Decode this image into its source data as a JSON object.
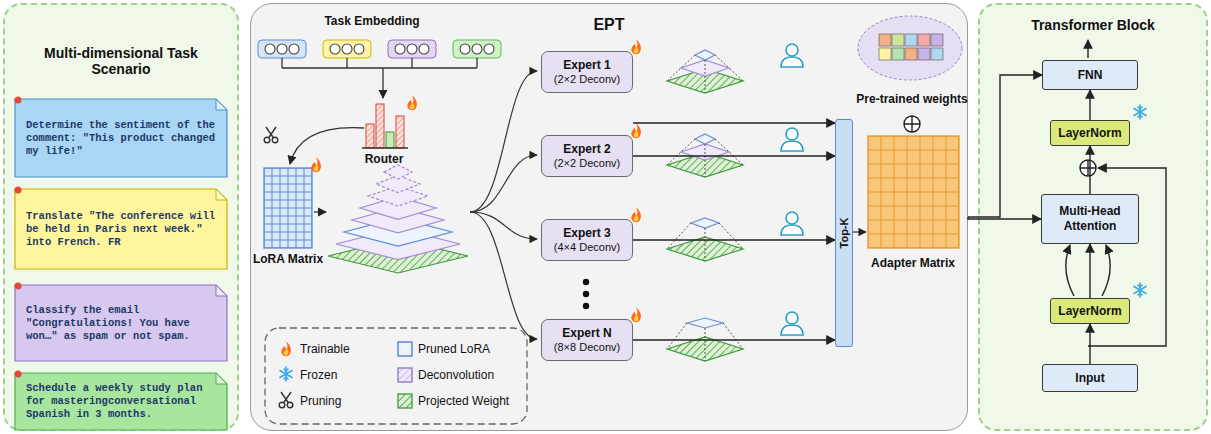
{
  "diagram": {
    "nodes": [
      {
        "text": [
          "Multi-dimensional Task Scenario"
        ]
      },
      {
        "text": [
          "Determine the sentiment of the comment: \"This product changed my life!\""
        ],
        "in": 0
      },
      {
        "text": [
          "Translate \"The conference will be held in Paris next week.\" into French. FR"
        ],
        "in": 0
      },
      {
        "text": [
          "Classify the email \"Congratulations! You have won…\" as spam or not spam."
        ],
        "in": 0
      },
      {
        "text": [
          "Schedule a weekly study plan for masteringconversational Spanish in 3 months."
        ],
        "in": 0
      },
      {
        "text": [
          "EPT"
        ]
      },
      {
        "text": [
          "Expert 1",
          "(2×2 Deconv)"
        ],
        "in": 5
      },
      {
        "text": [
          "Expert 2",
          "(2×2 Deconv)"
        ],
        "in": 5
      },
      {
        "text": [
          "Expert 3",
          "(4×4 Deconv)"
        ],
        "in": 5
      },
      {
        "text": [
          "Expert N",
          "(8×8 Deconv)"
        ],
        "in": 5
      },
      {
        "text": [
          "Top-K"
        ],
        "in": 5
      },
      {
        "text": [
          "Transformer Block"
        ]
      },
      {
        "text": [
          "FNN"
        ],
        "in": 11
      },
      {
        "text": [
          "LayerNorm"
        ],
        "in": 11
      },
      {
        "text": [
          "Multi-Head Attention"
        ],
        "in": 11
      },
      {
        "text": [
          "LayerNorm"
        ],
        "in": 11
      },
      {
        "text": [
          "Input"
        ],
        "in": 11
      }
    ],
    "edges": [
      {
        "from": 6,
        "to": 10,
        "arrow": "to"
      },
      {
        "from": 7,
        "to": 10,
        "arrow": "to"
      },
      {
        "from": 8,
        "to": 10,
        "arrow": "to"
      },
      {
        "from": 9,
        "to": 10,
        "arrow": "to"
      },
      {
        "from": 5,
        "to": 14,
        "arrow": "to"
      },
      {
        "from": 5,
        "to": 12,
        "arrow": "to"
      },
      {
        "from": 16,
        "to": 15,
        "arrow": "to"
      },
      {
        "from": 15,
        "to": 14,
        "arrow": "to"
      },
      {
        "from": 14,
        "to": 13,
        "arrow": "to"
      },
      {
        "from": 13,
        "to": 12,
        "arrow": "to"
      }
    ],
    "labels": [
      "Task Embedding",
      "Router",
      "LoRA Matrix",
      "Pre-trained weights",
      "Adapter Matrix"
    ],
    "legend": [
      {
        "text": "Trainable"
      },
      {
        "text": "Frozen"
      },
      {
        "text": "Pruning"
      },
      {
        "text": "Pruned LoRA"
      },
      {
        "text": "Deconvolution"
      },
      {
        "text": "Projected Weight"
      }
    ]
  }
}
